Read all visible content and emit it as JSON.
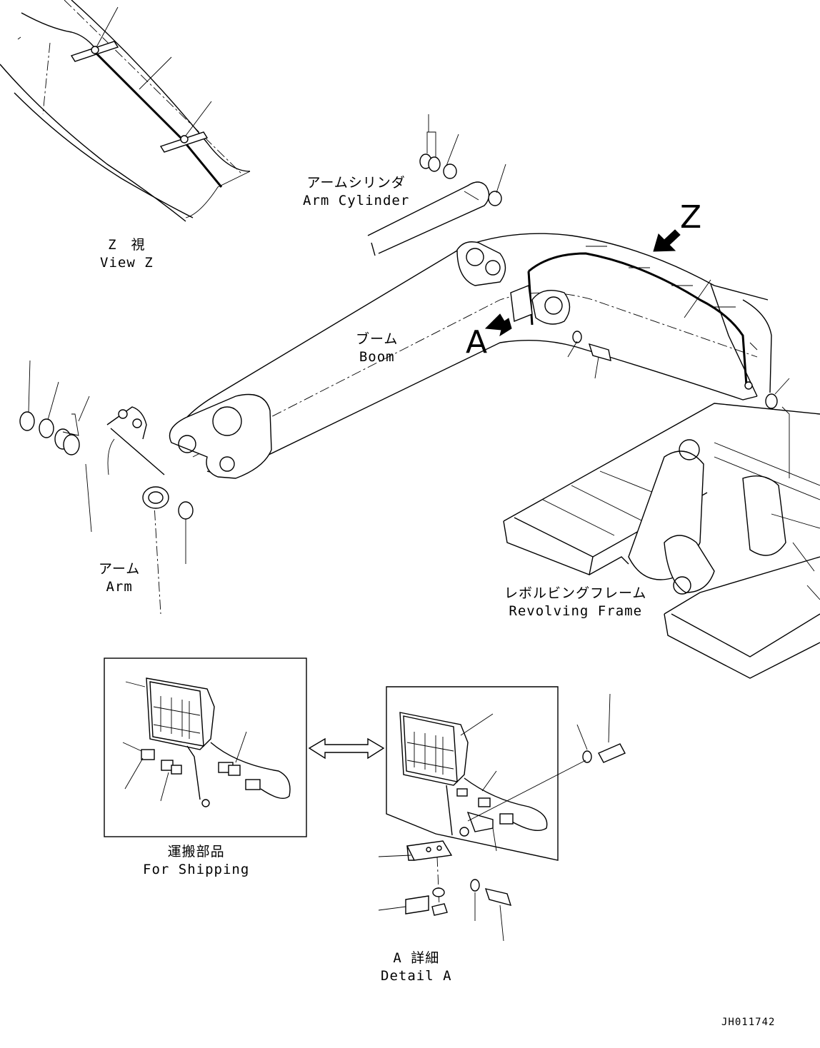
{
  "labels": {
    "view_z_jp": "Z　視",
    "view_z_en": "View Z",
    "arm_cylinder_jp": "アームシリンダ",
    "arm_cylinder_en": "Arm Cylinder",
    "boom_jp": "ブーム",
    "boom_en": "Boom",
    "arm_jp": "アーム",
    "arm_en": "Arm",
    "revolving_frame_jp": "レボルビングフレーム",
    "revolving_frame_en": "Revolving Frame",
    "for_shipping_jp": "運搬部品",
    "for_shipping_en": "For Shipping",
    "detail_a_jp": "A 詳細",
    "detail_a_en": "Detail A",
    "view_arrow_z": "Z",
    "view_arrow_a": "A",
    "drawing_code": "JH011742"
  },
  "icons": [
    "view-arrow-icon",
    "double-arrow-icon",
    "work-lamp-icon",
    "connector-icon",
    "washer-icon",
    "bolt-icon"
  ]
}
